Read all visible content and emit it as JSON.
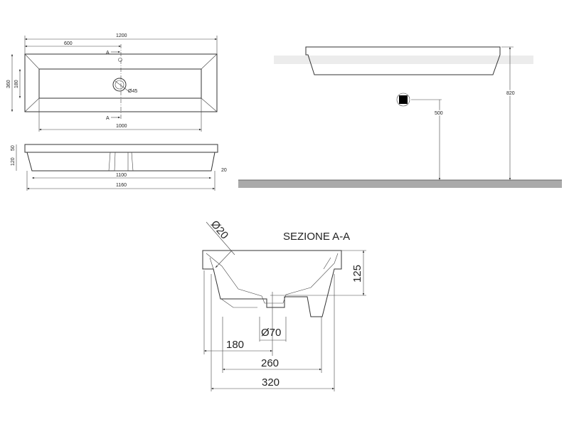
{
  "top_view": {
    "dim_length": "1200",
    "dim_half": "600",
    "dim_width": "360",
    "dim_inner_width": "180",
    "dim_inner_length": "1000",
    "drain_diameter": "Ø45",
    "section_mark_top": "A",
    "section_mark_bottom": "A"
  },
  "side_view": {
    "dim_rim": "50",
    "dim_body": "120",
    "dim_taper": "20",
    "dim_bottom": "1100",
    "dim_overall": "1160"
  },
  "install_view": {
    "dim_height_top": "820",
    "dim_height_drain": "500"
  },
  "section": {
    "title": "SEZIONE A-A",
    "dim_overflow": "Ø20",
    "dim_depth": "125",
    "dim_drain": "Ø70",
    "dim_drain_offset": "180",
    "dim_base": "260",
    "dim_width": "320"
  }
}
